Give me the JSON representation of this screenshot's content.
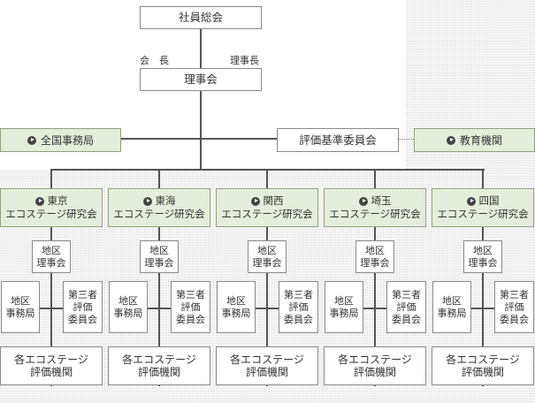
{
  "top": {
    "general_meeting": "社員総会",
    "label_chairman": "会　長",
    "label_director_chief": "理事長",
    "board": "理事会"
  },
  "middle": {
    "national_office": "全国事務局",
    "evaluation_committee": "評価基準委員会",
    "education_institution": "教育機関"
  },
  "regions": [
    {
      "name": "東京",
      "society": "エコステージ研究会"
    },
    {
      "name": "東海",
      "society": "エコステージ研究会"
    },
    {
      "name": "関西",
      "society": "エコステージ研究会"
    },
    {
      "name": "埼玉",
      "society": "エコステージ研究会"
    },
    {
      "name": "四国",
      "society": "エコステージ研究会"
    }
  ],
  "unit": {
    "regional_board": "地区\n理事会",
    "regional_office": "地区\n事務局",
    "third_party": "第三者\n評価\n委員会",
    "evaluation_orgs": "各エコステージ\n評価機関"
  }
}
